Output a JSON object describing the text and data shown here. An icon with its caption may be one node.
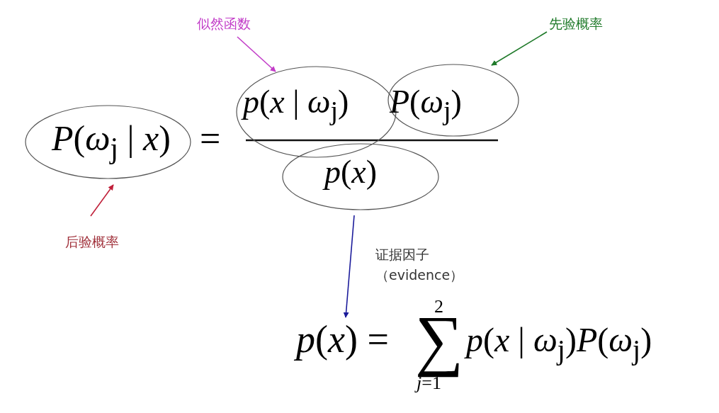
{
  "diagram": {
    "nodes": [
      {
        "text": [
          "*P*(*ω*$_{j}$ | *x*)"
        ]
      },
      {
        "text": [
          "*p*(*x* | *ω*$_{j}$)"
        ]
      },
      {
        "text": [
          "*P*(*ω*$_{j}$)"
        ]
      },
      {
        "text": [
          "*p*(*x*)"
        ]
      },
      {
        "text": [
          "似然函数"
        ]
      },
      {
        "text": [
          "先验概率"
        ]
      },
      {
        "text": [
          "后验概率"
        ]
      },
      {
        "text": [
          "*p*(*x*) =",
          "2",
          "∑",
          "*j*=1",
          "*p*(*x* | *ω*$_{j}$)*P*(*ω*$_{j}$)"
        ]
      }
    ],
    "edges": [
      {
        "from": 4,
        "to": 1,
        "arrow": "to",
        "color": "#c23cc8"
      },
      {
        "from": 5,
        "to": 2,
        "arrow": "to",
        "color": "#1f7a2a"
      },
      {
        "from": 6,
        "to": 0,
        "arrow": "to",
        "color": "#c0203a"
      },
      {
        "from": 3,
        "to": 7,
        "arrow": "to",
        "color": "#1a1a9a",
        "label": "证据因子（evidence）"
      }
    ],
    "labels": [
      "="
    ]
  }
}
